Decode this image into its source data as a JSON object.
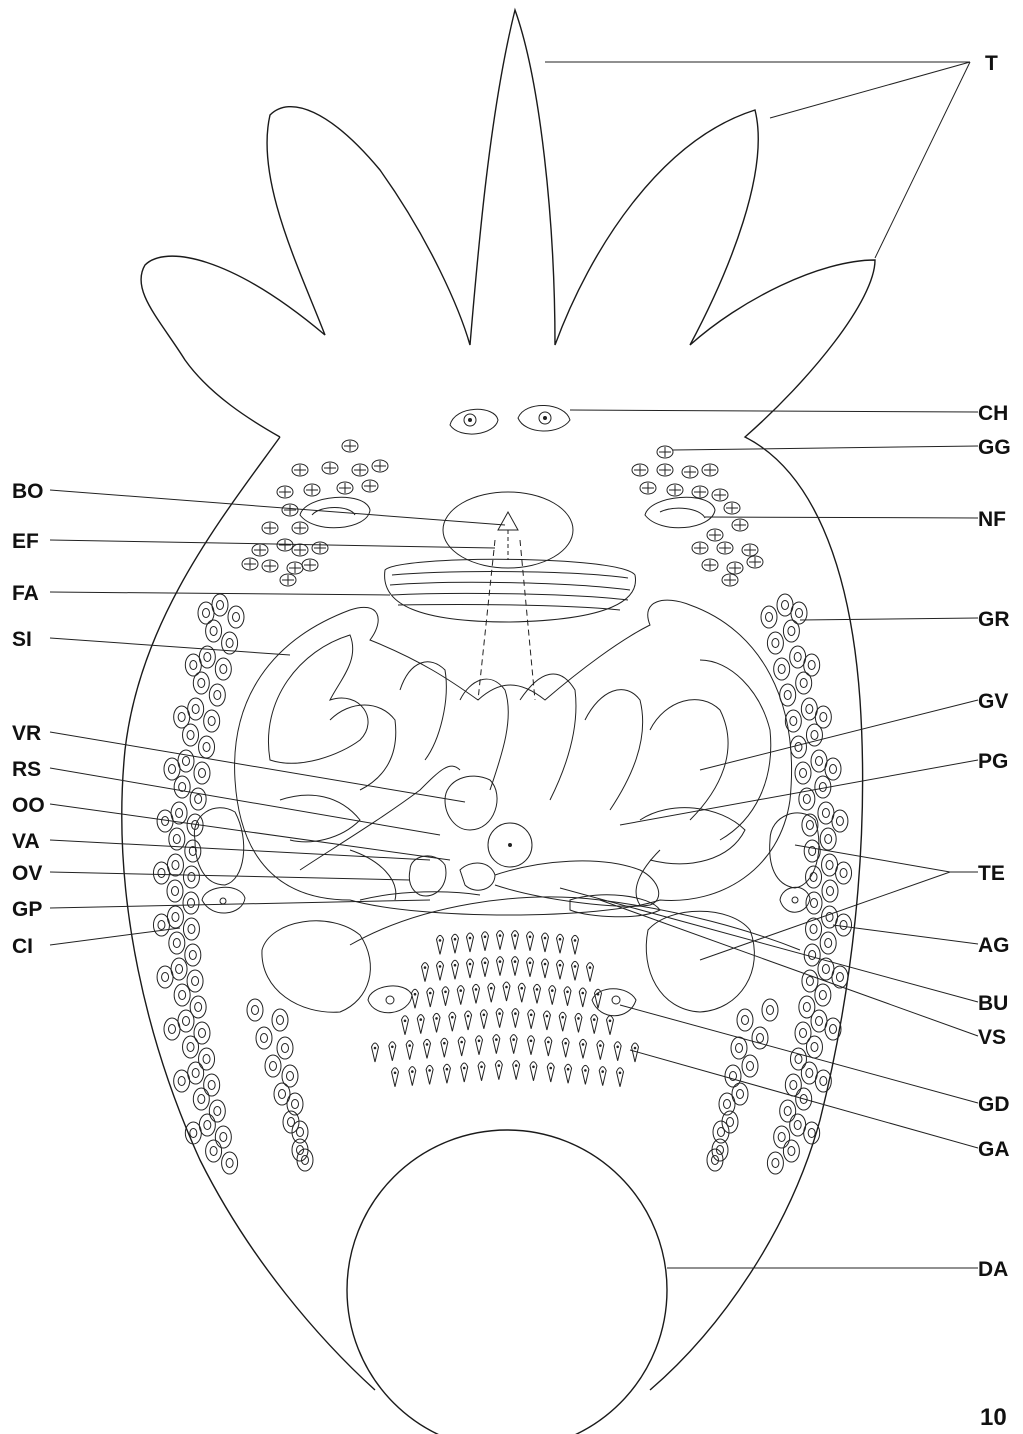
{
  "figure_number": "10",
  "labels": {
    "T": "T",
    "CH": "CH",
    "GG": "GG",
    "NF": "NF",
    "GR": "GR",
    "GV": "GV",
    "PG": "PG",
    "TE": "TE",
    "AG": "AG",
    "BU": "BU",
    "VS": "VS",
    "GD": "GD",
    "GA": "GA",
    "DA": "DA",
    "BO": "BO",
    "EF": "EF",
    "FA": "FA",
    "SI": "SI",
    "VR": "VR",
    "RS": "RS",
    "OO": "OO",
    "VA": "VA",
    "OV": "OV",
    "GP": "GP",
    "CI": "CI"
  },
  "colors": {
    "line": "#1a1a1a",
    "background": "#ffffff"
  }
}
